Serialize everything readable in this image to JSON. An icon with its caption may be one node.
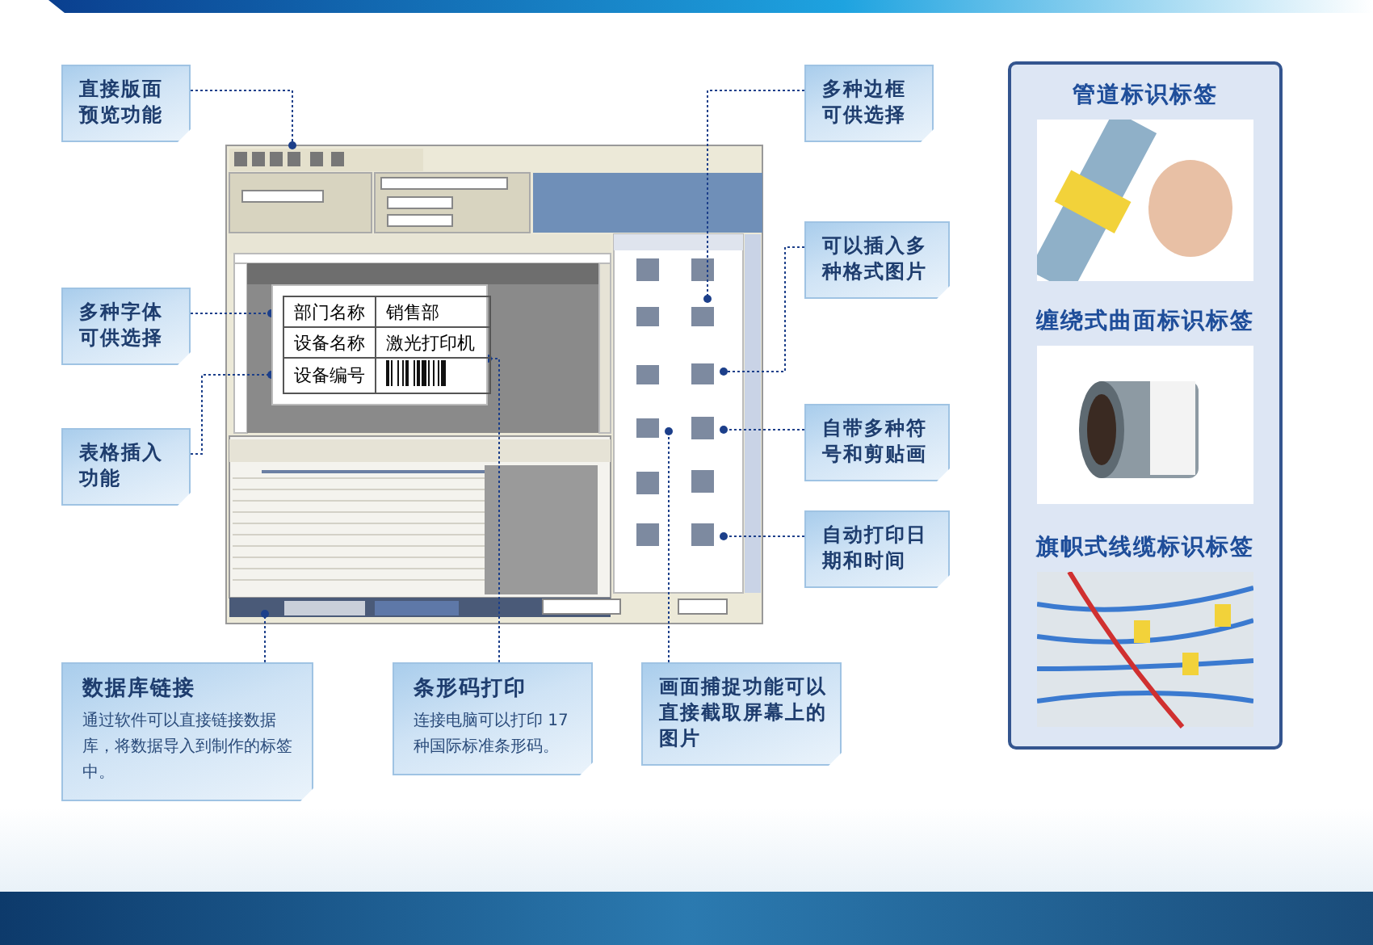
{
  "diagram": {
    "nodes": [
      {
        "text": [
          "直接版面预览功能"
        ]
      },
      {
        "text": [
          "多种字体可供选择"
        ]
      },
      {
        "text": [
          "表格插入功能"
        ]
      },
      {
        "text": [
          "多种边框可供选择"
        ]
      },
      {
        "text": [
          "可以插入多种格式图片"
        ]
      },
      {
        "text": [
          "自带多种符号和剪贴画"
        ]
      },
      {
        "text": [
          "自动打印日期和时间"
        ]
      },
      {
        "text": [
          "数据库链接",
          "通过软件可以直接链接数据库，将数据导入到制作的标签中。"
        ]
      },
      {
        "text": [
          "条形码打印",
          "连接电脑可以打印 17 种国际标准条形码。"
        ]
      },
      {
        "text": [
          "画面捕捉功能可以直接截取屏幕上的图片"
        ]
      },
      {
        "text": [
          "部门名称",
          "销售部",
          "设备名称",
          "激光打印机",
          "设备编号"
        ]
      },
      {
        "text": [
          "管道标识标签",
          "缠绕式曲面标识标签",
          "旗帜式线缆标识标签"
        ]
      }
    ],
    "edges": [
      {
        "from": 0,
        "to": null,
        "arrow": "other"
      },
      {
        "from": 1,
        "to": 10,
        "arrow": "other"
      },
      {
        "from": 2,
        "to": 10,
        "arrow": "other"
      },
      {
        "from": 3,
        "to": null,
        "arrow": "other"
      },
      {
        "from": 4,
        "to": null,
        "arrow": "other"
      },
      {
        "from": 5,
        "to": null,
        "arrow": "other"
      },
      {
        "from": 6,
        "to": null,
        "arrow": "other"
      },
      {
        "from": 7,
        "to": null,
        "arrow": "other"
      },
      {
        "from": 8,
        "to": 10,
        "arrow": "other"
      },
      {
        "from": 9,
        "to": null,
        "arrow": "other"
      }
    ]
  }
}
